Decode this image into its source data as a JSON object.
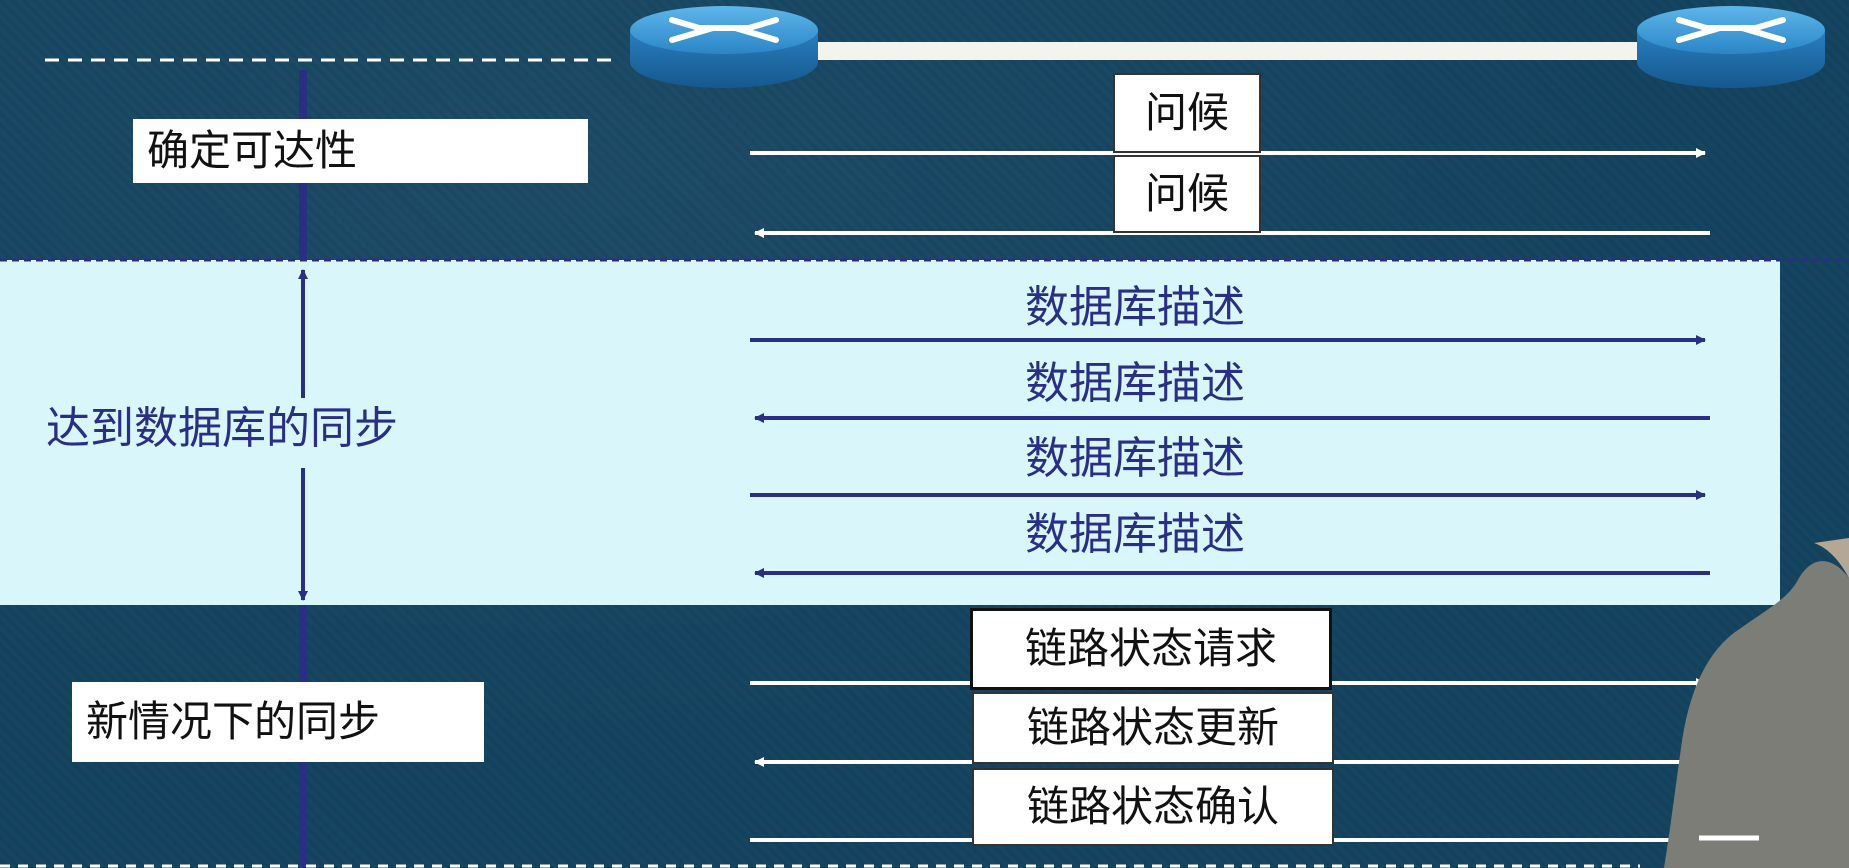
{
  "phases": {
    "reachability": "确定可达性",
    "db_sync": "达到数据库的同步",
    "new_sync": "新情况下的同步"
  },
  "messages": {
    "hello_1": "问候",
    "hello_2": "问候",
    "dbd_1": "数据库描述",
    "dbd_2": "数据库描述",
    "dbd_3": "数据库描述",
    "dbd_4": "数据库描述",
    "lsr": "链路状态请求",
    "lsu": "链路状态更新",
    "lsack": "链路状态确认"
  },
  "icons": {
    "left_router": "router-icon",
    "right_router": "router-icon"
  },
  "colors": {
    "background": "#13425e",
    "sync_band": "#d9f6fb",
    "sync_arrow": "#2a2f86",
    "white_arrow": "#ffffff"
  }
}
